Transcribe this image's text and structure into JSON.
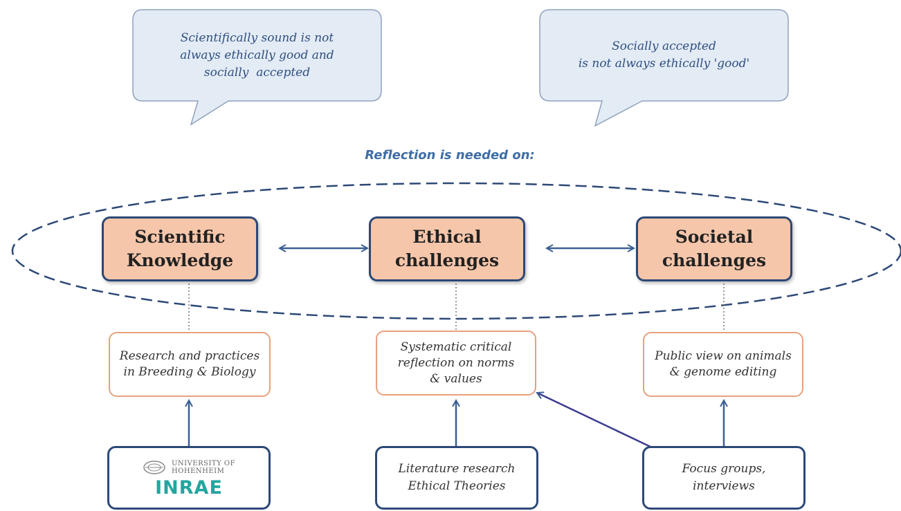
{
  "bubbles": {
    "left": [
      "Scientifically sound is not",
      "always ethically good and",
      "socially  accepted"
    ],
    "right": [
      "Socially accepted",
      "is not always ethically 'good'"
    ]
  },
  "heading": "Reflection is needed on:",
  "main_boxes": [
    {
      "lines": [
        "Scientific",
        "Knowledge"
      ]
    },
    {
      "lines": [
        "Ethical",
        "challenges"
      ]
    },
    {
      "lines": [
        "Societal",
        "challenges"
      ]
    }
  ],
  "mid_boxes": [
    {
      "lines": [
        "Research and practices",
        "in Breeding & Biology"
      ]
    },
    {
      "lines": [
        "Systematic critical",
        "reflection on norms",
        "& values"
      ]
    },
    {
      "lines": [
        "Public view on animals",
        "& genome editing"
      ]
    }
  ],
  "bottom_boxes": {
    "logos": {
      "university": [
        "UNIVERSITY OF",
        "HOHENHEIM"
      ],
      "inrae": "INRAE"
    },
    "literature": [
      "Literature research",
      "Ethical Theories"
    ],
    "focus": [
      "Focus groups,",
      "interviews"
    ]
  },
  "colors": {
    "navy": "#2c4876",
    "peach_fill": "#f6c6aa",
    "peach_border": "#e6a17e",
    "bubble_fill": "#e3ebf5",
    "bubble_border": "#8fa2bc",
    "heading": "#3f6da6",
    "inrae": "#21a6a0"
  }
}
